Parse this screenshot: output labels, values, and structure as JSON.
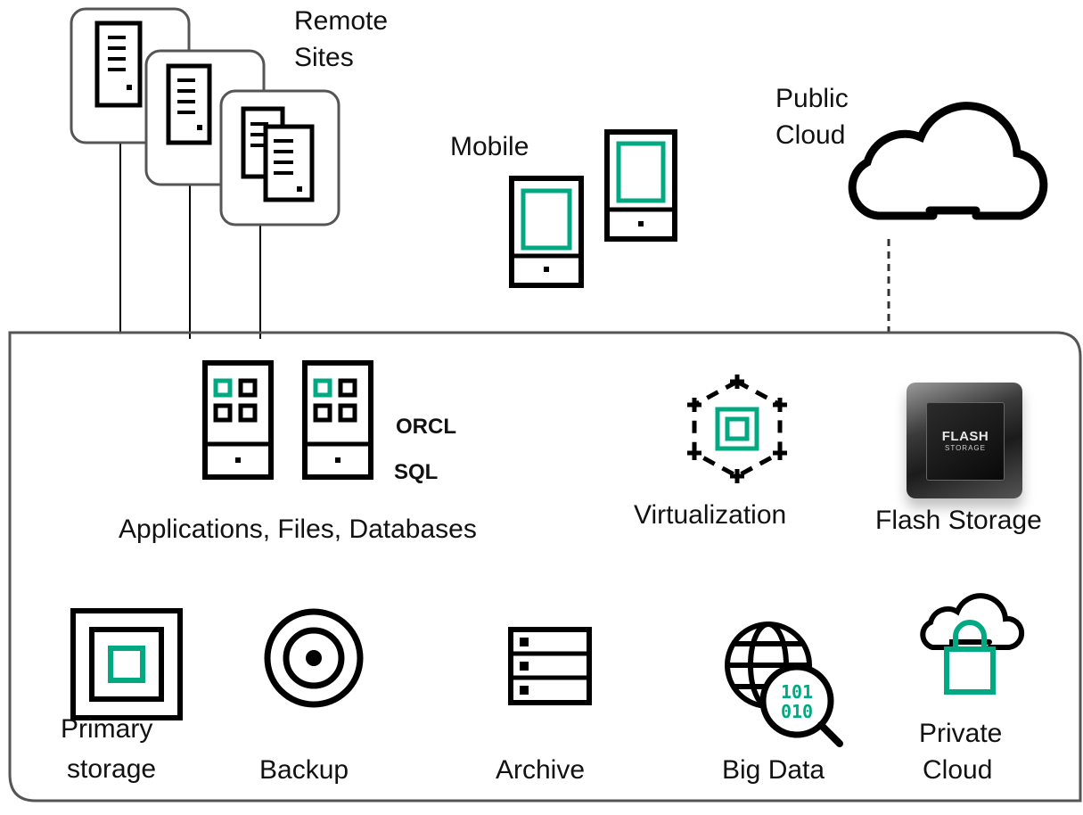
{
  "remote_sites": {
    "label_line1": "Remote",
    "label_line2": "Sites"
  },
  "mobile": {
    "label": "Mobile"
  },
  "public_cloud": {
    "label_line1": "Public",
    "label_line2": "Cloud"
  },
  "applications": {
    "label": "Applications, Files, Databases",
    "db1": "ORCL",
    "db2": "SQL"
  },
  "virtualization": {
    "label": "Virtualization"
  },
  "flash_storage": {
    "label": "Flash Storage",
    "chip_text_main": "FLASH",
    "chip_text_sub": "STORAGE"
  },
  "primary_storage": {
    "label_line1": "Primary",
    "label_line2": "storage"
  },
  "backup": {
    "label": "Backup"
  },
  "archive": {
    "label": "Archive"
  },
  "big_data": {
    "label": "Big Data",
    "badge_line1": "101",
    "badge_line2": "010"
  },
  "private_cloud": {
    "label_line1": "Private",
    "label_line2": "Cloud"
  },
  "colors": {
    "accent": "#01A982",
    "stroke": "#000000",
    "frame": "#555555"
  }
}
